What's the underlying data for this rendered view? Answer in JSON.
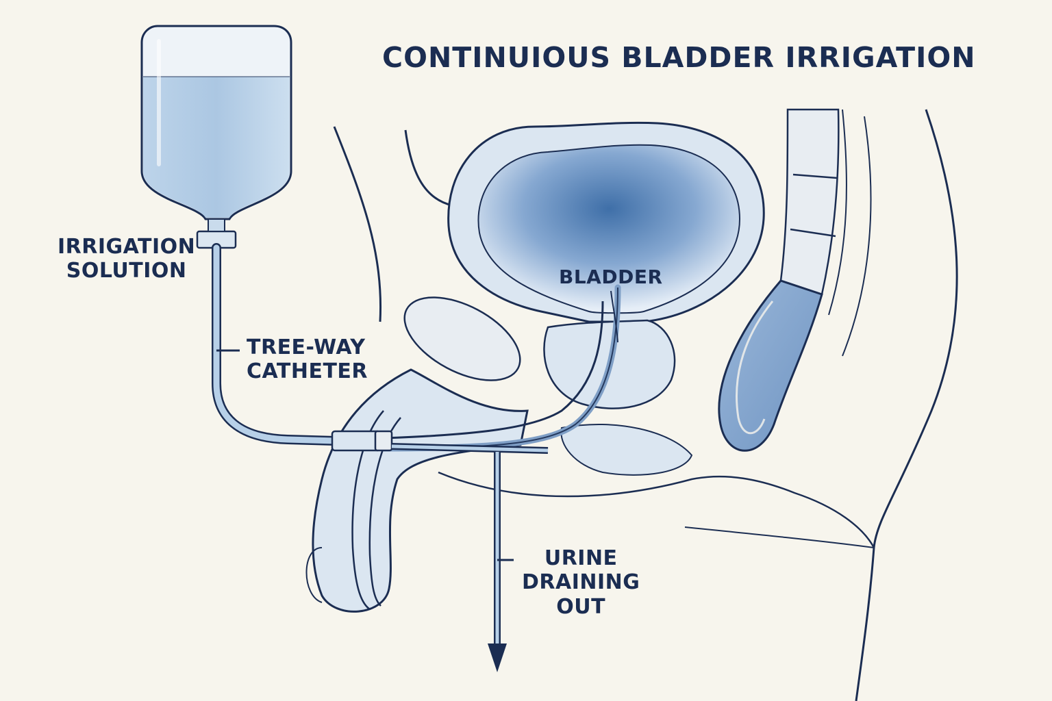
{
  "title": "CONTINUIOUS BLADDER IRRIGATION",
  "labels": {
    "irrigation_solution": [
      "IRRIGATION",
      "SOLUTION"
    ],
    "catheter": [
      "TREE-WAY",
      "CATHETER"
    ],
    "bladder": "BLADDER",
    "urine_draining": [
      "URINE",
      "DRAINING",
      "OUT"
    ]
  },
  "colors": {
    "background": "#f7f5ed",
    "outline": "#1b2d52",
    "fluid": "#a9c6e2",
    "tissue": "#dbe6f1",
    "bladder_fill": "#6f94c2"
  }
}
